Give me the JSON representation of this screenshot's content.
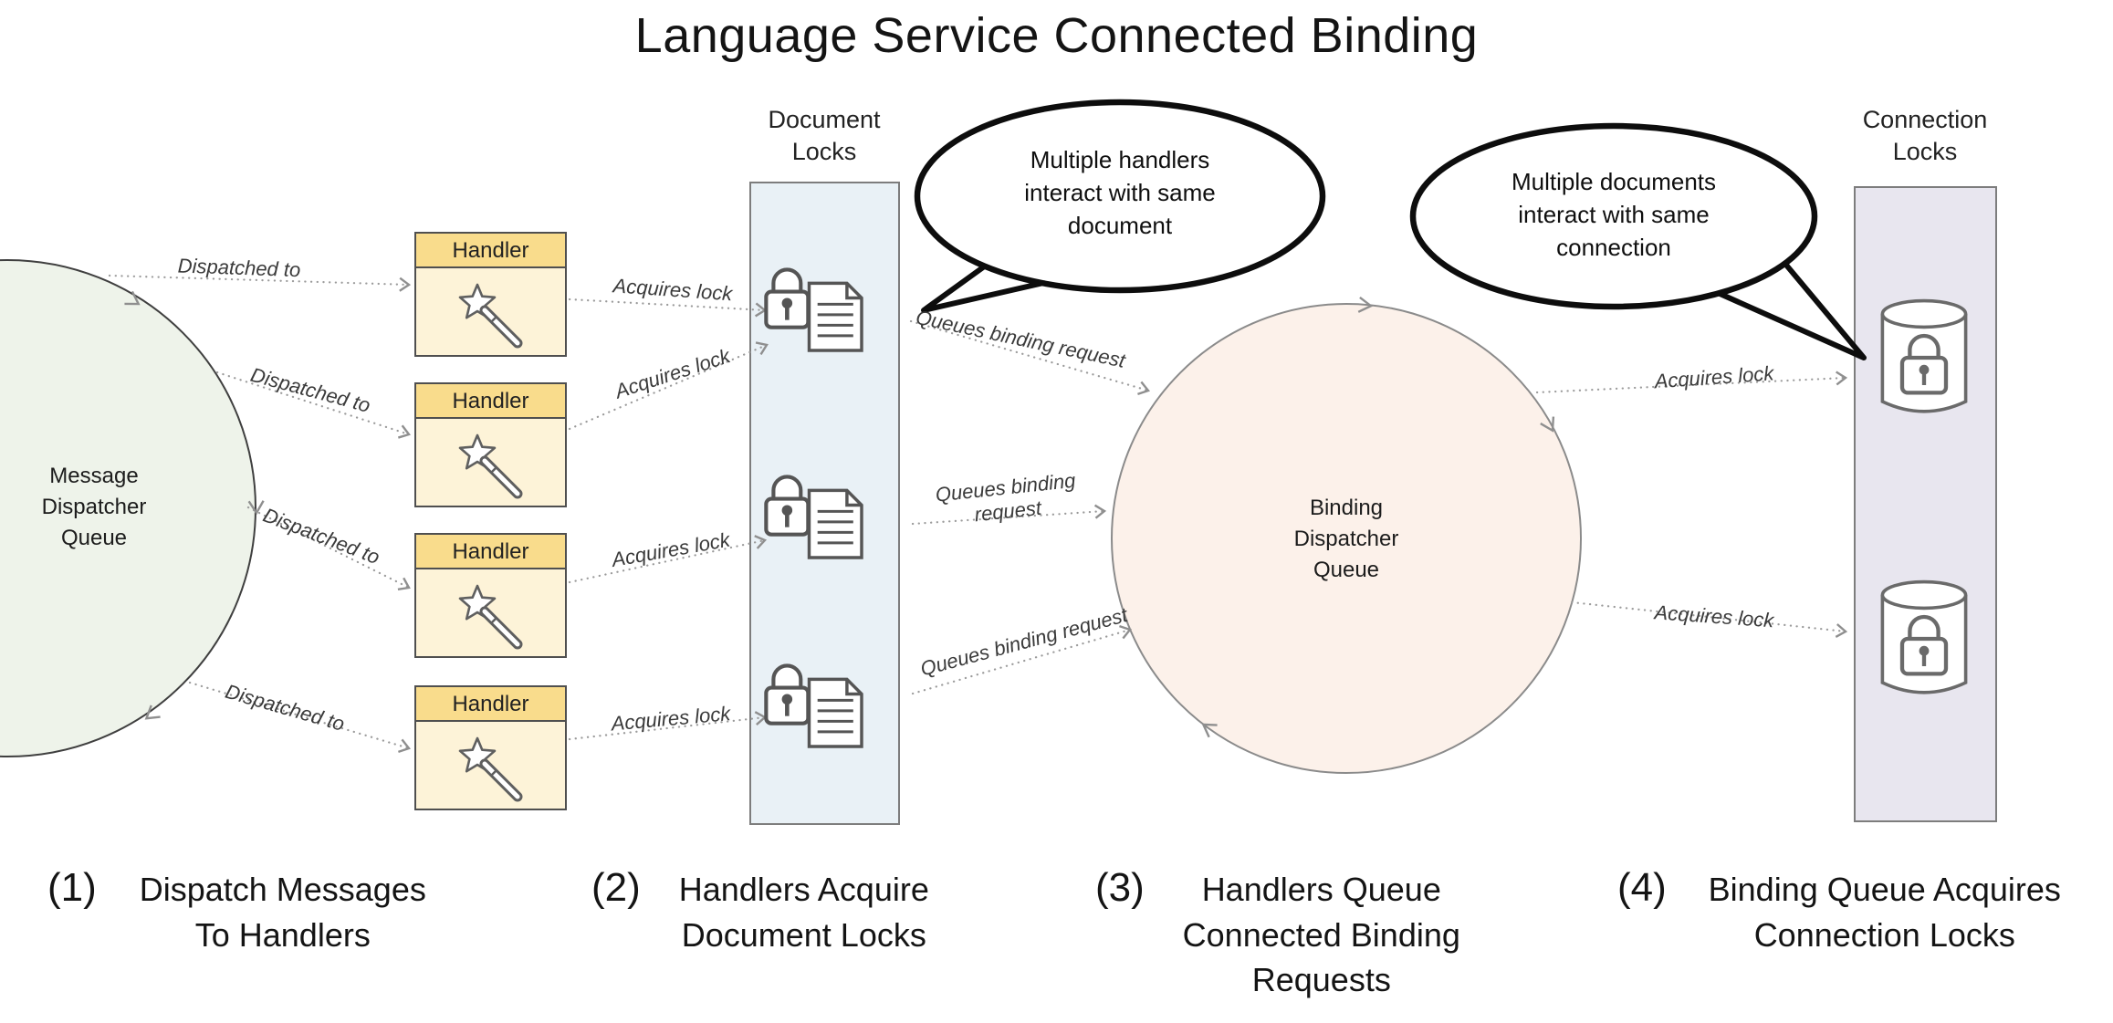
{
  "title": "Language Service Connected Binding",
  "message_queue": {
    "label": "Message\nDispatcher\nQueue"
  },
  "binding_queue": {
    "label": "Binding\nDispatcher\nQueue"
  },
  "document_locks": {
    "title": "Document\nLocks"
  },
  "connection_locks": {
    "title": "Connection\nLocks"
  },
  "handlers": [
    {
      "label": "Handler"
    },
    {
      "label": "Handler"
    },
    {
      "label": "Handler"
    },
    {
      "label": "Handler"
    }
  ],
  "callouts": [
    {
      "text": "Multiple handlers\ninteract with same\ndocument"
    },
    {
      "text": "Multiple documents\ninteract with same\nconnection"
    }
  ],
  "edges": {
    "dispatched": [
      {
        "label": "Dispatched to"
      },
      {
        "label": "Dispatched to"
      },
      {
        "label": "Dispatched to"
      },
      {
        "label": "Dispatched to"
      }
    ],
    "acquire_document": [
      {
        "label": "Acquires lock"
      },
      {
        "label": "Acquires lock"
      },
      {
        "label": "Acquires lock"
      },
      {
        "label": "Acquires lock"
      }
    ],
    "queue_binding": [
      {
        "label": "Queues binding request"
      },
      {
        "label": "Queues binding\nrequest"
      },
      {
        "label": "Queues binding request"
      }
    ],
    "acquire_connection": [
      {
        "label": "Acquires lock"
      },
      {
        "label": "Acquires lock"
      }
    ]
  },
  "captions": [
    {
      "number": "(1)",
      "text": "Dispatch Messages\nTo Handlers"
    },
    {
      "number": "(2)",
      "text": "Handlers Acquire\nDocument Locks"
    },
    {
      "number": "(3)",
      "text": "Handlers Queue\nConnected Binding\nRequests"
    },
    {
      "number": "(4)",
      "text": "Binding Queue Acquires\nConnection Locks"
    }
  ],
  "icons": {
    "handler": "magic-wand-icon",
    "document_lock": "padlock-document-icon",
    "connection_lock": "database-padlock-icon"
  },
  "colors": {
    "handler_header": "#f9dc8c",
    "handler_body": "#fdf3d8",
    "document_locks_panel": "#e9f1f6",
    "connection_locks_panel": "#e8e6ef",
    "message_queue_fill": "#eef3ea",
    "binding_queue_fill": "#fcf1ea",
    "arrow": "#9b9b9b",
    "callout_border": "#0d0d0d"
  }
}
